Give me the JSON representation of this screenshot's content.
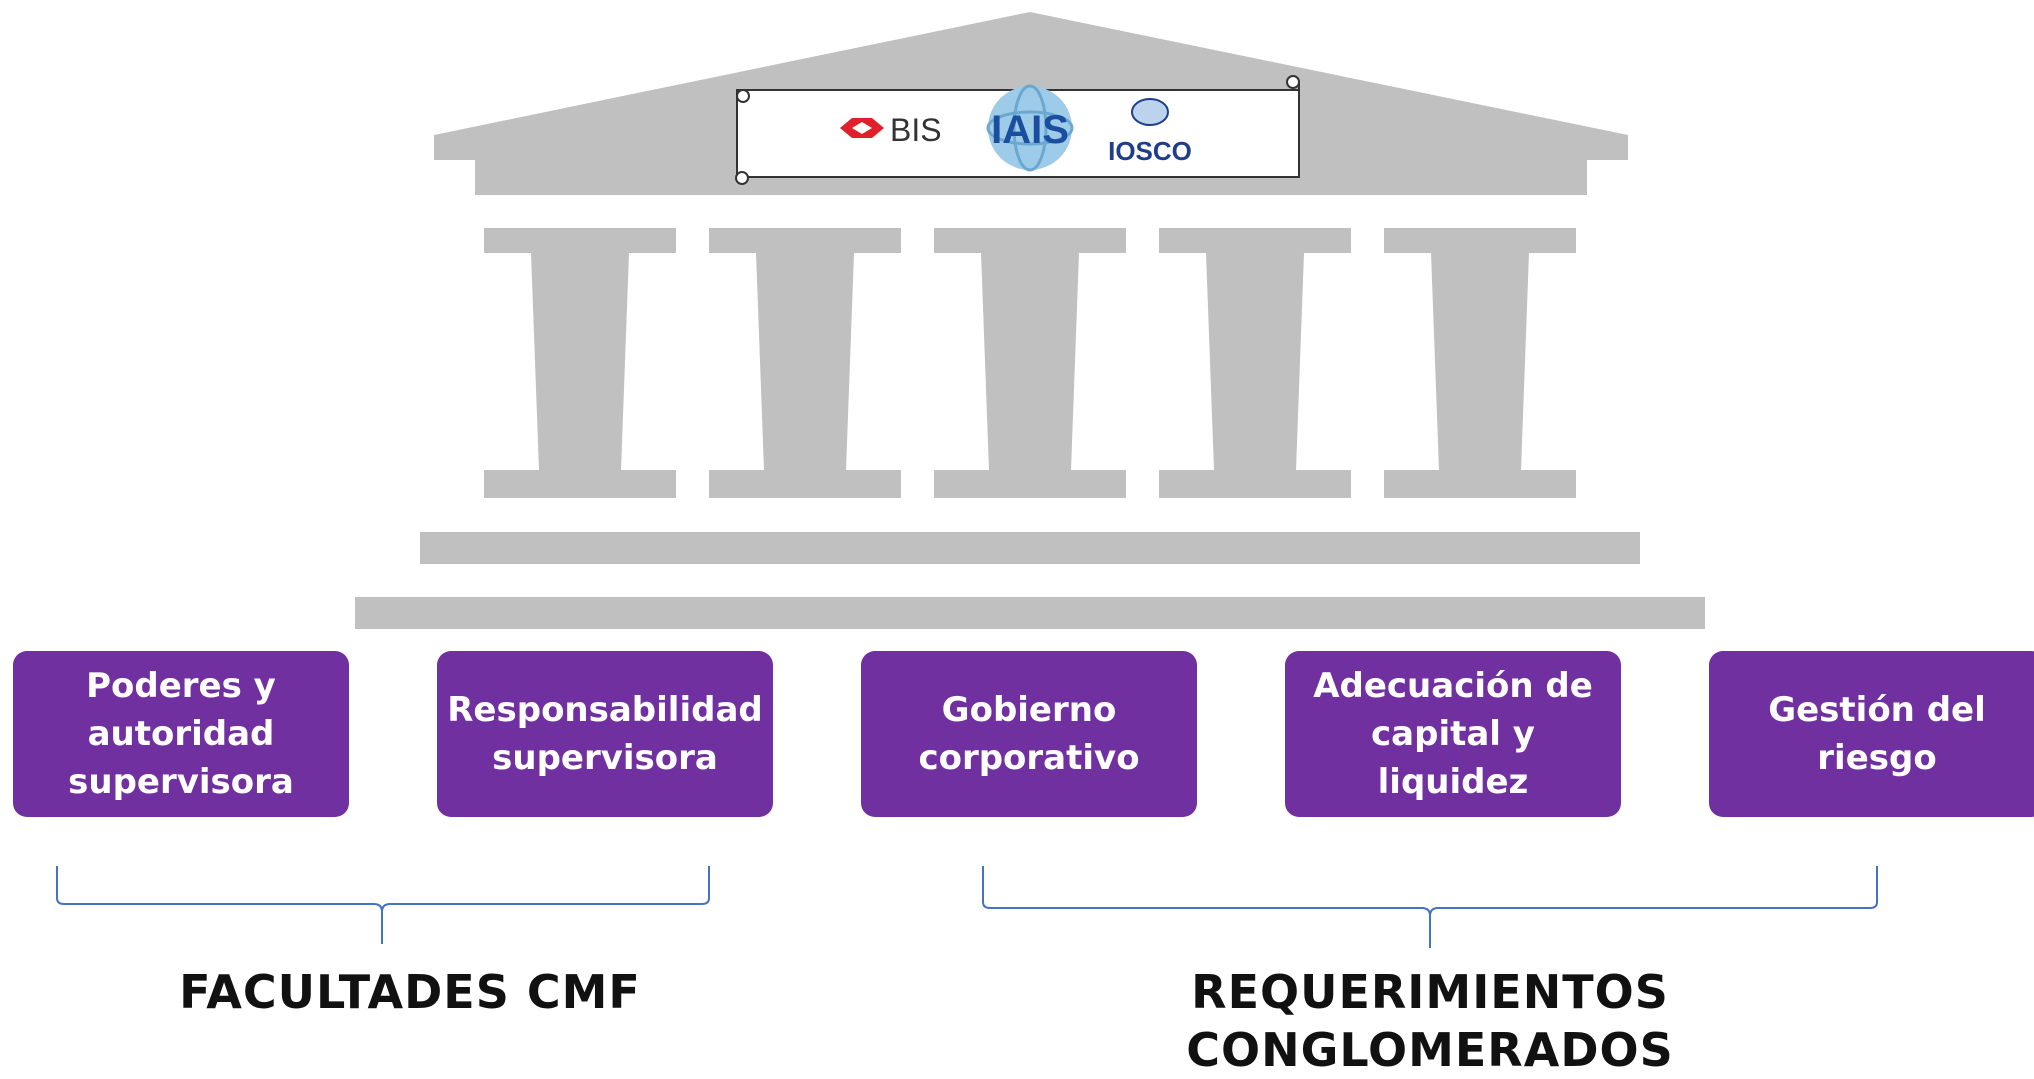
{
  "logos": {
    "bis": "BIS",
    "iais": "IAIS",
    "iosco": "IOSCO"
  },
  "pillars": [
    {
      "lines": [
        "Poderes y",
        "autoridad",
        "supervisora"
      ]
    },
    {
      "lines": [
        "Responsabilidad",
        "supervisora"
      ]
    },
    {
      "lines": [
        "Gobierno",
        "corporativo"
      ]
    },
    {
      "lines": [
        "Adecuación de",
        "capital y liquidez"
      ]
    },
    {
      "lines": [
        "Gestión del",
        "riesgo"
      ]
    }
  ],
  "groups": {
    "left": {
      "lines": [
        "FACULTADES CMF"
      ]
    },
    "right": {
      "lines": [
        "REQUERIMIENTOS",
        "CONGLOMERADOS"
      ]
    }
  },
  "colors": {
    "temple": "#c0c0c0",
    "pillar_box": "#7030a0",
    "brace": "#4472c4",
    "bis_red": "#e0202a",
    "iais_blue": "#1a4fa0",
    "iosco_blue": "#1f3d8a"
  }
}
